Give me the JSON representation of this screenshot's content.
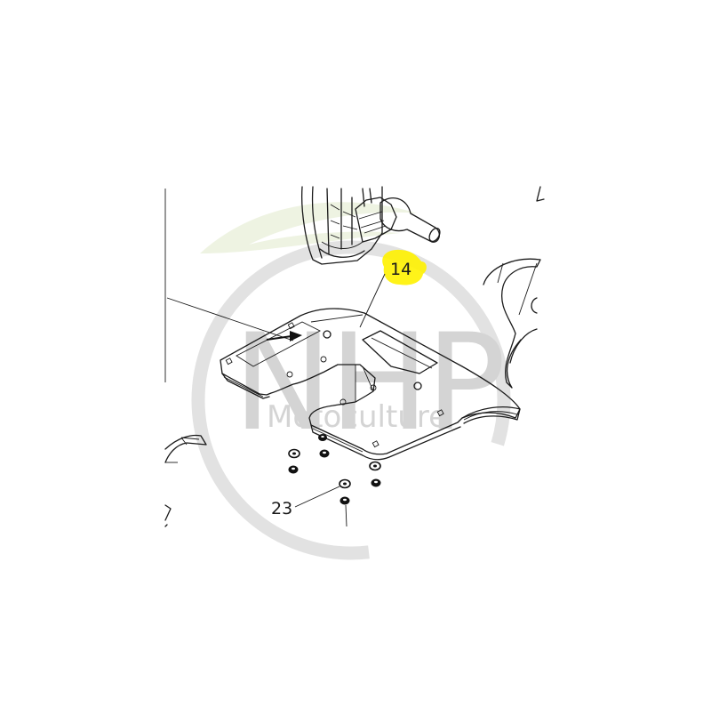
{
  "diagram": {
    "type": "exploded-parts-view",
    "background": "#ffffff",
    "watermark": {
      "brand": "NHP",
      "subtitle": "Motoculture",
      "ring_color": "#e2e2e2",
      "leaf_color": "#eef3e2",
      "text_color": "#d4d4d4"
    },
    "callouts": [
      {
        "id": "14",
        "label": "14",
        "highlight": true,
        "highlight_color": "#fff200",
        "target": "cover-plate"
      },
      {
        "id": "23",
        "label": "23",
        "highlight": false,
        "target": "washer"
      }
    ],
    "parts": [
      {
        "name": "gearbox-assembly",
        "position": "top-center"
      },
      {
        "name": "cover-plate",
        "callout": "14"
      },
      {
        "name": "tine-right",
        "position": "right"
      },
      {
        "name": "tine-left",
        "position": "left"
      },
      {
        "name": "washers-and-nuts",
        "count": 8,
        "callout": "23"
      }
    ]
  }
}
